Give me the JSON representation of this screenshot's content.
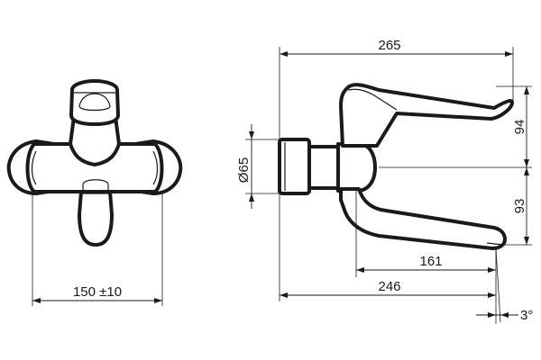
{
  "dimensions": {
    "width_150": "150 ±10",
    "overall_265": "265",
    "height_94": "94",
    "diameter_65": "Ø65",
    "height_93": "93",
    "spout_161": "161",
    "spout_246": "246",
    "angle_3": "3°"
  },
  "colors": {
    "line": "#1a1a1a",
    "background": "#ffffff"
  }
}
